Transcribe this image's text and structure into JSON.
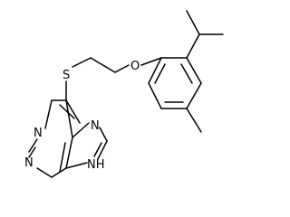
{
  "molecule": {
    "atoms": {
      "sulfur": "S",
      "oxygen": "O",
      "n1": "N",
      "n3": "N",
      "n7": "N",
      "n9h": "NH"
    }
  },
  "colors": {
    "bond": "#000000",
    "label": "#000000",
    "background": "#ffffff"
  }
}
